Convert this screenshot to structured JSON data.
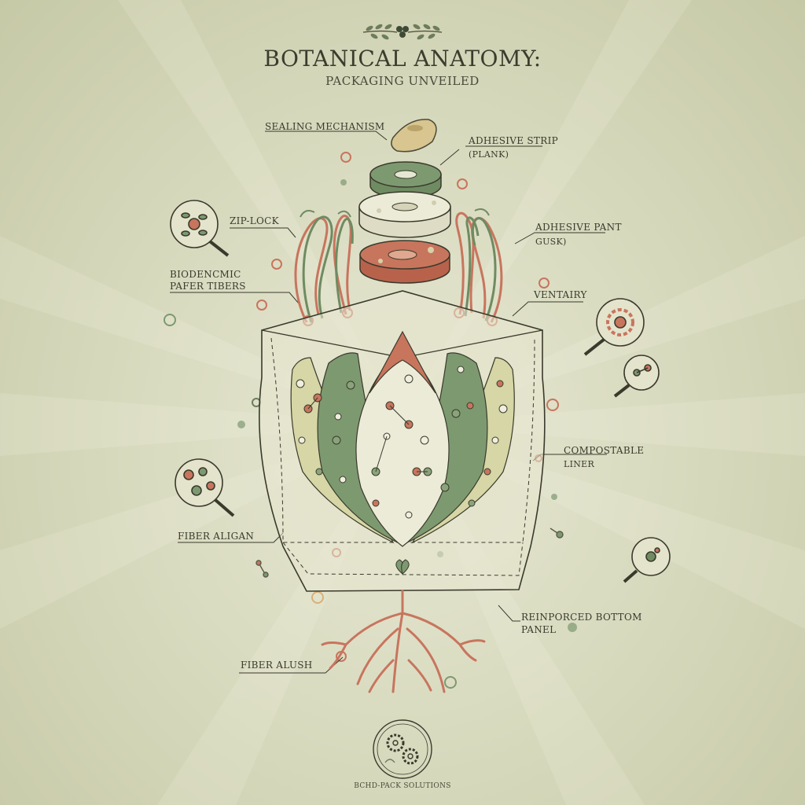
{
  "header": {
    "title": "BOTANICAL ANATOMY:",
    "subtitle": "PACKAGING UNVEILED"
  },
  "labels": {
    "sealing_mechanism": "SEALING MECHANISM",
    "adhesive_strip": "ADHESIVE STRIP",
    "adhesive_strip_note": "(PLANK)",
    "zip_lock": "ZIP-LOCK",
    "adhesive_pant": "ADHESIVE PANT",
    "adhesive_pant_note": "GUSK)",
    "biodegradable_line1": "BIODENCMIC",
    "biodegradable_line2": "PAFER TIBERS",
    "ventairy": "VENTAIRY",
    "compostable_line1": "COMPOSTABLE",
    "compostable_line2": "LINER",
    "fiber_align": "FIBER ALIGAN",
    "reinforced_line1": "REINPORCED BOTTOM",
    "reinforced_line2": "PANEL",
    "fiber_alush": "FIBER ALUSH"
  },
  "footer": {
    "brand": "BCHD-PACK SOLUTIONS"
  },
  "colors": {
    "terracotta": "#c8755e",
    "sage": "#7d9970",
    "cream": "#ecebd8",
    "olive": "#d6d6a6",
    "ink": "#3a3a2c"
  },
  "icons": [
    "magnifier-flower-icon",
    "magnifier-gear-icon",
    "magnifier-molecule-icon",
    "magnifier-cells-icon",
    "gear-emblem-icon"
  ]
}
